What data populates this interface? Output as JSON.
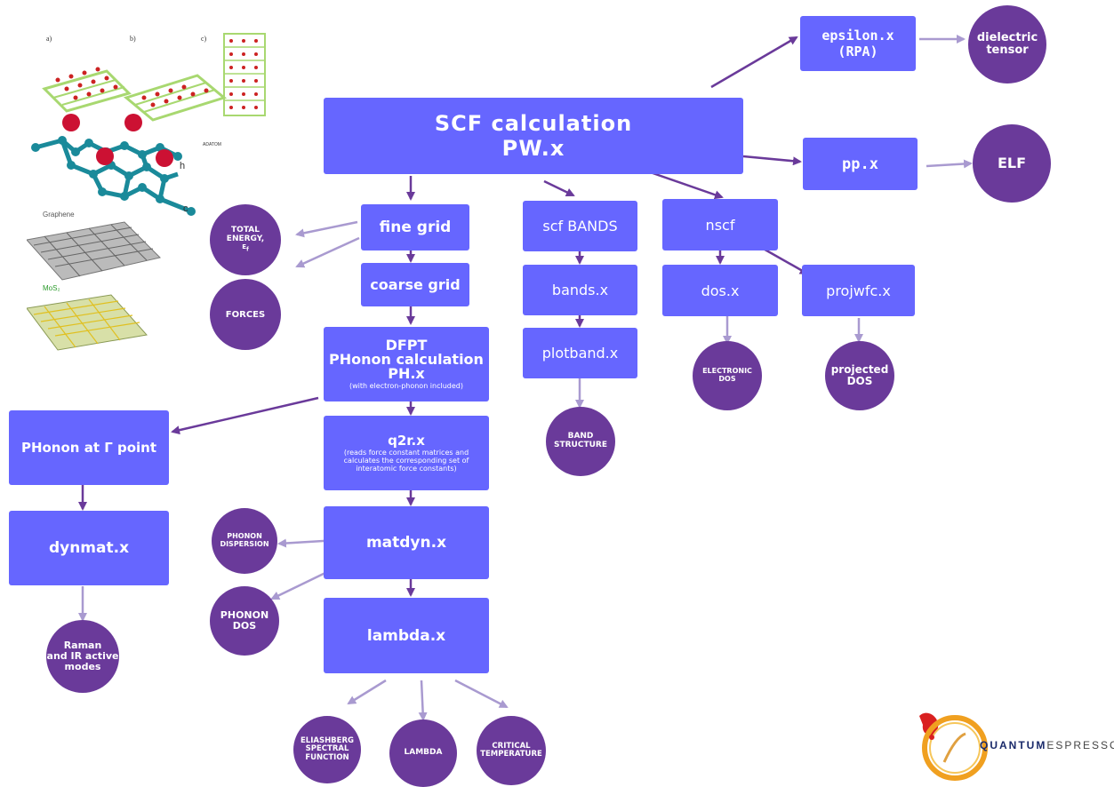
{
  "boxes": {
    "scf": [
      "SCF calculation",
      "PW.x"
    ],
    "epsilon": [
      "epsilon.x",
      "(RPA)"
    ],
    "pp": "pp.x",
    "fine_grid": "fine grid",
    "coarse_grid": "coarse grid",
    "dfpt": [
      "DFPT",
      "PHonon calculation",
      "PH.x",
      "(with electron-phonon included)"
    ],
    "q2r": [
      "q2r.x",
      "(reads force constant matrices and",
      "calculates the corresponding set of",
      "interatomic force constants)"
    ],
    "matdyn": "matdyn.x",
    "lambda_x": "lambda.x",
    "phonon_gamma": "PHonon at Γ point",
    "dynmat": "dynmat.x",
    "scf_bands": "scf BANDS",
    "bands_x": "bands.x",
    "plotband": "plotband.x",
    "nscf": "nscf",
    "dos_x": "dos.x",
    "projwfc": "projwfc.x"
  },
  "circles": {
    "dielectric": [
      "dielectric",
      "tensor"
    ],
    "elf": "ELF",
    "total_energy": [
      "TOTAL",
      "ENERGY,",
      "E_f"
    ],
    "forces": "FORCES",
    "band_structure": [
      "BAND",
      "STRUCTURE"
    ],
    "electronic_dos": [
      "ELECTRONIC",
      "DOS"
    ],
    "projected_dos": [
      "projected",
      "DOS"
    ],
    "phonon_dispersion": [
      "PHONON",
      "DISPERSION"
    ],
    "phonon_dos": [
      "PHONON",
      "DOS"
    ],
    "raman": [
      "Raman",
      "and IR active",
      "modes"
    ],
    "eliashberg": [
      "ELIASHBERG",
      "SPECTRAL",
      "FUNCTION"
    ],
    "lambda": "LAMBDA",
    "critical_temp": [
      "CRITICAL",
      "TEMPERATURE"
    ]
  },
  "images": {
    "panel_labels": [
      "a)",
      "b)",
      "c)"
    ],
    "adatom_label": "ADATOM",
    "h_label": "h",
    "c_label": "c",
    "graphene_label": "Graphene",
    "mos2_label": "MoS₂"
  },
  "logo": {
    "text_bold": "QUANTUM",
    "text_light": "ESPRESSO"
  },
  "colors": {
    "box": "#6666ff",
    "circle": "#6a3a9a",
    "arrow_dark": "#6a3a9a",
    "arrow_light": "#a99ad0"
  }
}
